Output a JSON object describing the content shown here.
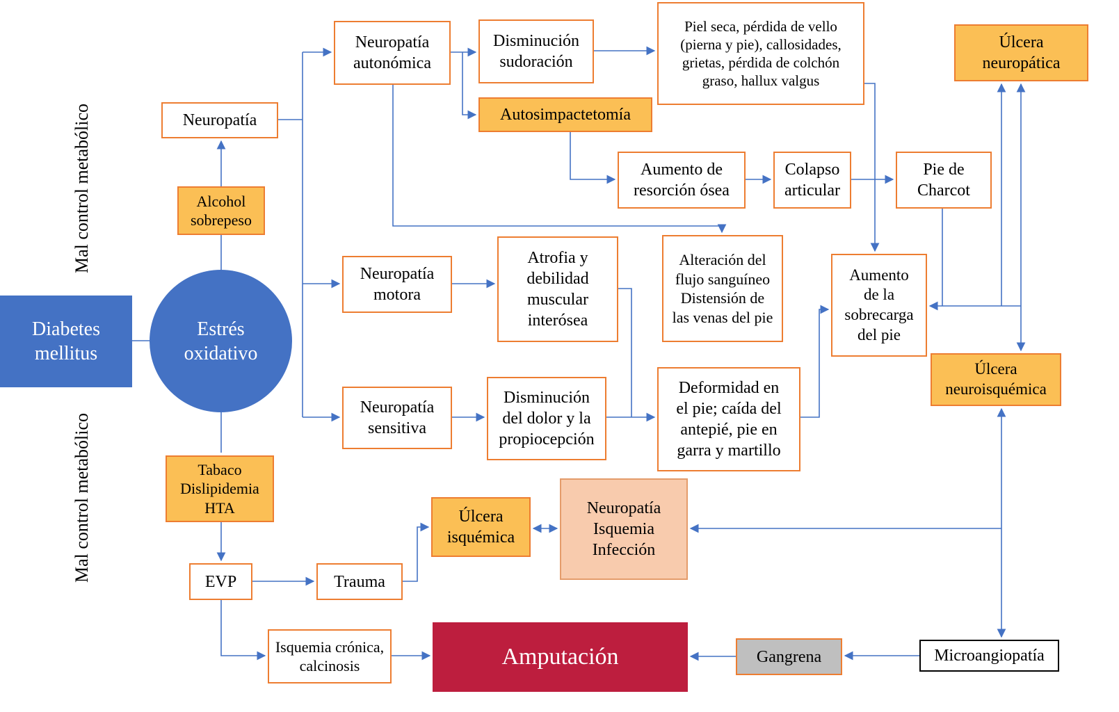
{
  "colors": {
    "box_border_orange": "#ED7D31",
    "fill_orange": "#FBBF55",
    "fill_blue": "#4472C4",
    "fill_pink": "#F8CBAD",
    "fill_red": "#BD1E3E",
    "fill_gray": "#BFBFBF",
    "arrow_blue": "#4472C4"
  },
  "side_labels": {
    "top": "Mal control metabólico",
    "bottom": "Mal control metabólico"
  },
  "nodes": {
    "diabetes": "Diabetes\nmellitus",
    "estres": "Estrés\noxidativo",
    "alcohol": "Alcohol\nsobrepeso",
    "neuropatia": "Neuropatía",
    "neuro_autonomica": "Neuropatía\nautonómica",
    "dism_sudoracion": "Disminución\nsudoración",
    "piel_seca": "Piel seca, pérdida de vello\n(pierna y pie), callosidades,\ngrietas, pérdida de colchón\ngraso, hallux valgus",
    "ulcera_neuropatica": "Úlcera\nneuropática",
    "autosimpactetomia": "Autosimpactetomía",
    "aumento_resorcion": "Aumento de\nresorción ósea",
    "colapso": "Colapso\narticular",
    "pie_charcot": "Pie de\nCharcot",
    "neuro_motora": "Neuropatía\nmotora",
    "atrofia": "Atrofia y\ndebilidad\nmuscular\ninterósea",
    "alteracion_flujo": "Alteración del\nflujo sanguíneo\nDistensión de\nlas venas del pie",
    "aumento_sobrecarga": "Aumento\nde la\nsobrecarga\ndel pie",
    "neuro_sensitiva": "Neuropatía\nsensitiva",
    "dism_dolor": "Disminución\ndel dolor y la\npropiocepción",
    "deformidad": "Deformidad en\nel pie; caída del\nantepié, pie en\ngarra y martillo",
    "ulcera_neuroisq": "Úlcera\nneuroisquémica",
    "tabaco": "Tabaco\nDislipidemia\nHTA",
    "evp": "EVP",
    "trauma": "Trauma",
    "ulcera_isq": "Úlcera\nisquémica",
    "neuro_isq_inf": "Neuropatía\nIsquemia\nInfección",
    "isquemia_cronica": "Isquemia crónica,\ncalcinosis",
    "amputacion": "Amputación",
    "gangrena": "Gangrena",
    "microangiopatia": "Microangiopatía"
  }
}
